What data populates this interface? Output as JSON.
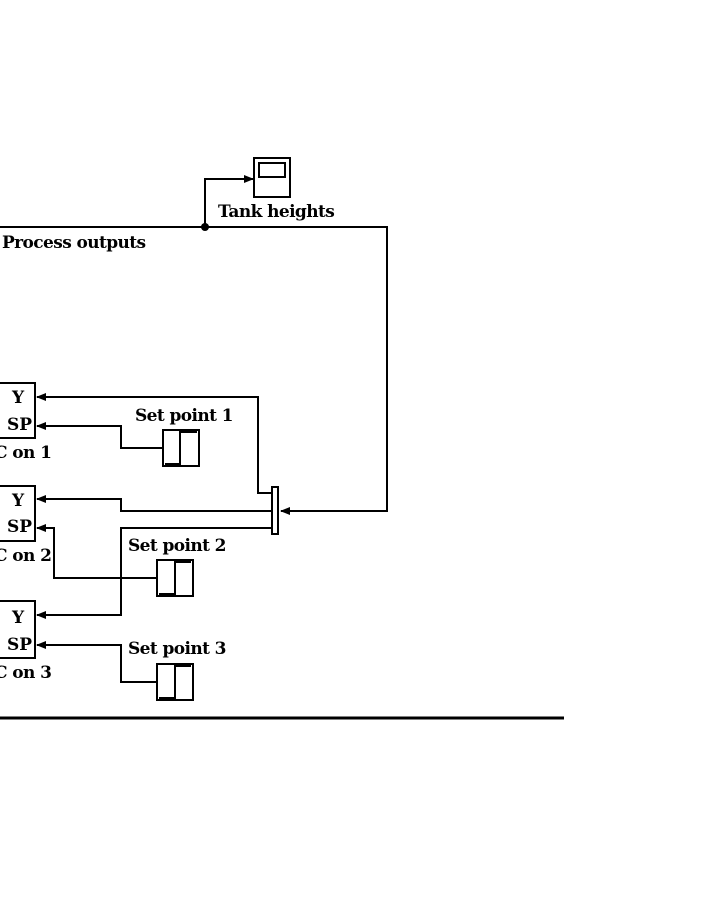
{
  "diagram": {
    "scope": {
      "label": "Tank heights"
    },
    "bus_signal": {
      "label": "Process outputs"
    },
    "controllers": [
      {
        "label": "C on 1",
        "ports": [
          "Y",
          "SP"
        ]
      },
      {
        "label": "C on 2",
        "ports": [
          "Y",
          "SP"
        ]
      },
      {
        "label": "C on 3",
        "ports": [
          "Y",
          "SP"
        ]
      }
    ],
    "setpoints": [
      {
        "label": "Set point 1"
      },
      {
        "label": "Set point 2"
      },
      {
        "label": "Set point 3"
      }
    ],
    "demux": {
      "name": "demux"
    },
    "colors": {
      "line": "#000000",
      "background": "#ffffff"
    }
  }
}
